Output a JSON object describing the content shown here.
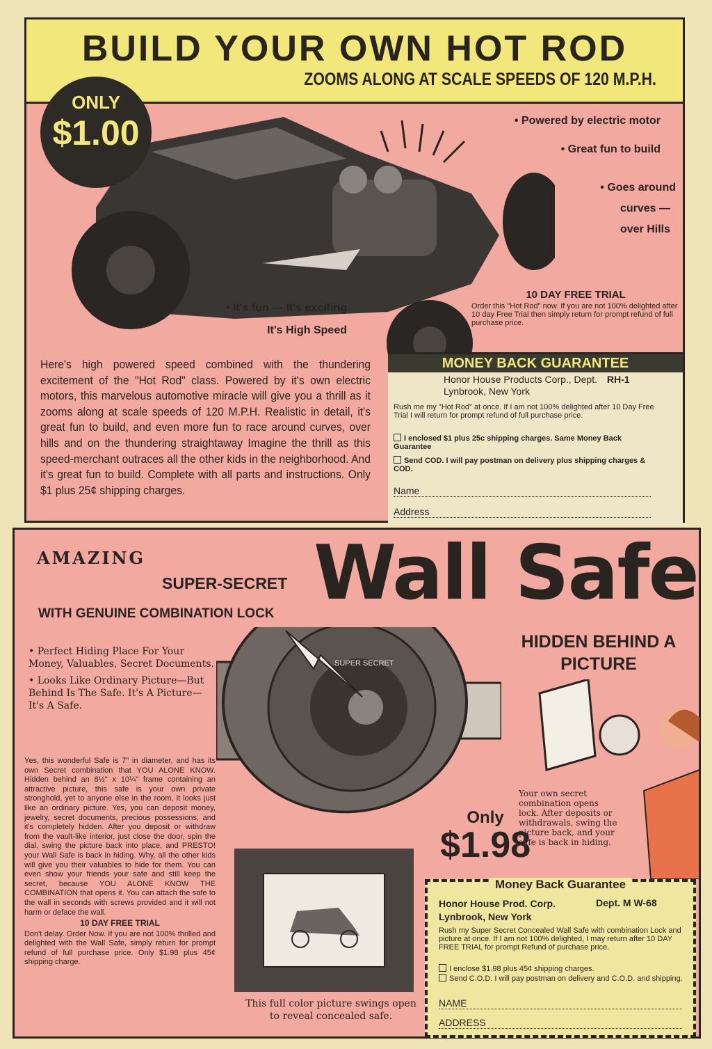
{
  "hot_rod_ad": {
    "title": "BUILD YOUR OWN HOT ROD",
    "subtitle": "ZOOMS ALONG AT SCALE SPEEDS OF 120 M.P.H.",
    "price_only": "ONLY",
    "price": "$1.00",
    "bullets_right": [
      "• Powered by electric motor",
      "• Great fun to build",
      "• Goes around",
      "curves —",
      "over Hills"
    ],
    "bullets_left": [
      "• It's fun — It's exciting",
      "It's High Speed"
    ],
    "body": "Here's high powered speed combined with the thundering excitement of the \"Hot Rod\" class. Powered by it's own electric motors, this marvelous automotive miracle will give you a thrill as it zooms along at scale speeds of 120 M.P.H. Realistic in detail, it's great fun to build, and even more fun to race around curves, over hills and on the thundering straightaway Imagine the thrill as this speed-merchant outraces all the other kids in the neighborhood. And it's great fun to build. Complete with all parts and instructions. Only $1 plus 25¢ shipping charges.",
    "trial_title": "10 DAY FREE TRIAL",
    "trial_text": "Order this \"Hot Rod\" now. If you are not 100% delighted after 10 day Free Trial then simply return for prompt refund of full purchase price.",
    "coupon": {
      "banner": "MONEY BACK GUARANTEE",
      "company": "Honor House Products Corp., Dept.",
      "dept": "RH-1",
      "city": "Lynbrook, New York",
      "text": "Rush me my \"Hot Rod\" at once. If I am not 100% delighted after 10 Day Free Trial I will return for prompt refund of full purchase price.",
      "option1": "I enclosed $1 plus 25c shipping charges. Same Money Back Guarantee",
      "option2": "Send COD. I will pay postman on delivery plus shipping charges & COD.",
      "name_label": "Name",
      "address_label": "Address"
    }
  },
  "wall_safe_ad": {
    "amazing": "AMAZING",
    "super_secret": "SUPER-SECRET",
    "with_lock": "WITH GENUINE COMBINATION LOCK",
    "title": "Wall Safe",
    "hidden": "HIDDEN BEHIND A PICTURE",
    "bullets": [
      "• Perfect Hiding Place For Your Money, Valuables, Secret Documents.",
      "• Looks Like Ordinary Picture—But Behind Is The Safe. It's A Picture—It's A Safe."
    ],
    "body": "Yes, this wonderful Safe is 7\" in diameter, and has its own Secret combination that YOU ALONE KNOW. Hidden behind an 8½\" x 10¼\" frame containing an attractive picture, this safe is your own private stronghold, yet to anyone else in the room, it looks just like an ordinary picture. Yes, you can deposit money, jewelry, secret documents, precious possessions, and it's completely hidden. After you deposit or withdraw from the vault-like interior, just close the door, spin the dial, swing the picture back into place, and PRESTO! your Wall Safe is back in hiding. Why, all the other kids will give you their valuables to hide for them. You can even show your friends your safe and still keep the secret, because YOU ALONE KNOW THE COMBINATION that opens it. You can attach the safe to the wall in seconds with screws provided and it will not harm or deface the wall.",
    "trial_title": "10 DAY FREE TRIAL",
    "trial_text": "Don't delay. Order Now. If you are not 100% thrilled and delighted with the Wall Safe, simply return for prompt refund of full purchase price. Only $1.98 plus 45¢ shipping charge.",
    "dial_label": "SUPER SECRET",
    "price_only": "Only",
    "price": "$1.98",
    "side_caption": "Your own secret combination opens lock. After deposits or withdrawals, swing the picture back, and your safe is back in hiding.",
    "picture_caption": "This full color picture swings open to reveal concealed safe.",
    "coupon": {
      "banner": "Money Back Guarantee",
      "company": "Honor House Prod. Corp.",
      "dept": "Dept. M W-68",
      "city": "Lynbrook, New York",
      "text": "Rush my Super Secret Concealed Wall Safe with combination Lock and picture at once. If I am not 100% delighted, I may return after 10 DAY FREE TRIAL for prompt Refund of purchase price.",
      "option1": "I enclose $1.98 plus 45¢ shipping charges.",
      "option2": "Send C.O.D. I will pay postman on delivery and C.O.D. and shipping.",
      "name_label": "NAME",
      "address_label": "ADDRESS"
    }
  },
  "colors": {
    "yellow": "#f1e77a",
    "pink": "#f2a9a0",
    "ink": "#2a2420",
    "paper": "#efe3b8"
  }
}
